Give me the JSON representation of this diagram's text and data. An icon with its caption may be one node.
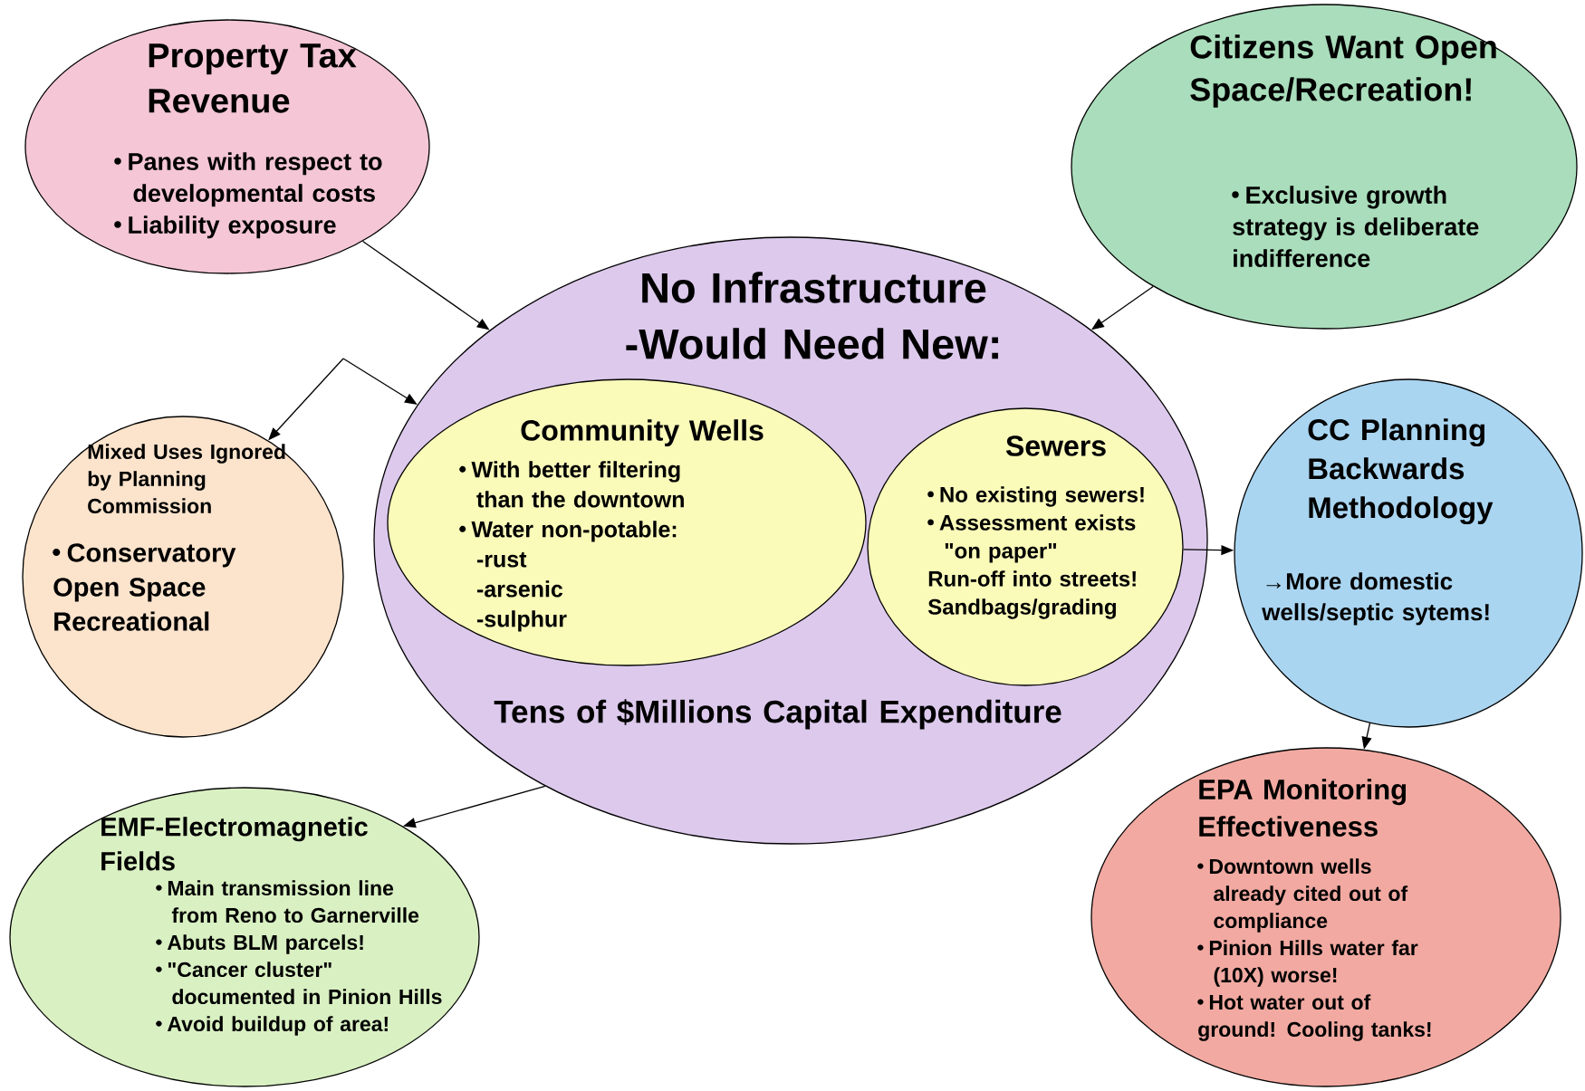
{
  "diagram": {
    "nodes": [
      {
        "text": [
          "Property Tax Revenue",
          "Panes with respect to developmental costs",
          "Liability exposure"
        ]
      },
      {
        "text": [
          "Citizens Want Open Space/Recreation!",
          "Exclusive growth strategy is deliberate indifference"
        ]
      },
      {
        "text": [
          "No Infrastructure -Would Need New:",
          "Tens of $Millions Capital Expenditure"
        ]
      },
      {
        "text": [
          "Community Wells",
          "With better filtering than the downtown",
          "Water non-potable:",
          "-rust",
          "-arsenic",
          "-sulphur"
        ],
        "in": 2
      },
      {
        "text": [
          "Sewers",
          "No existing sewers!",
          "Assessment exists \"on paper\"",
          "Run-off into streets!",
          "Sandbags/grading"
        ],
        "in": 2
      },
      {
        "text": [
          "Mixed Uses Ignored by Planning Commission",
          "Conservatory Open Space Recreational"
        ]
      },
      {
        "text": [
          "CC Planning Backwards Methodology",
          "→More domestic wells/septic sytems!"
        ]
      },
      {
        "text": [
          "EMF-Electromagnetic Fields",
          "Main transmission line from Reno to Garnerville",
          "Abuts BLM parcels!",
          "\"Cancer cluster\" documented in Pinion Hills",
          "Avoid buildup of area!"
        ]
      },
      {
        "text": [
          "EPA Monitoring Effectiveness",
          "Downtown wells already cited out of compliance",
          "Pinion Hills water far (10X) worse!",
          "Hot water out of ground! Cooling tanks!"
        ]
      }
    ],
    "edges": [
      {
        "from": 0,
        "to": 2,
        "arrow": "to"
      },
      {
        "from": 1,
        "to": 2,
        "arrow": "to"
      },
      {
        "from": null,
        "to": 5,
        "arrow": "to"
      },
      {
        "from": null,
        "to": 2,
        "arrow": "to"
      },
      {
        "from": 4,
        "to": 6,
        "arrow": "to"
      },
      {
        "from": 6,
        "to": 8,
        "arrow": "to"
      },
      {
        "from": 2,
        "to": 7,
        "arrow": "to"
      }
    ]
  }
}
